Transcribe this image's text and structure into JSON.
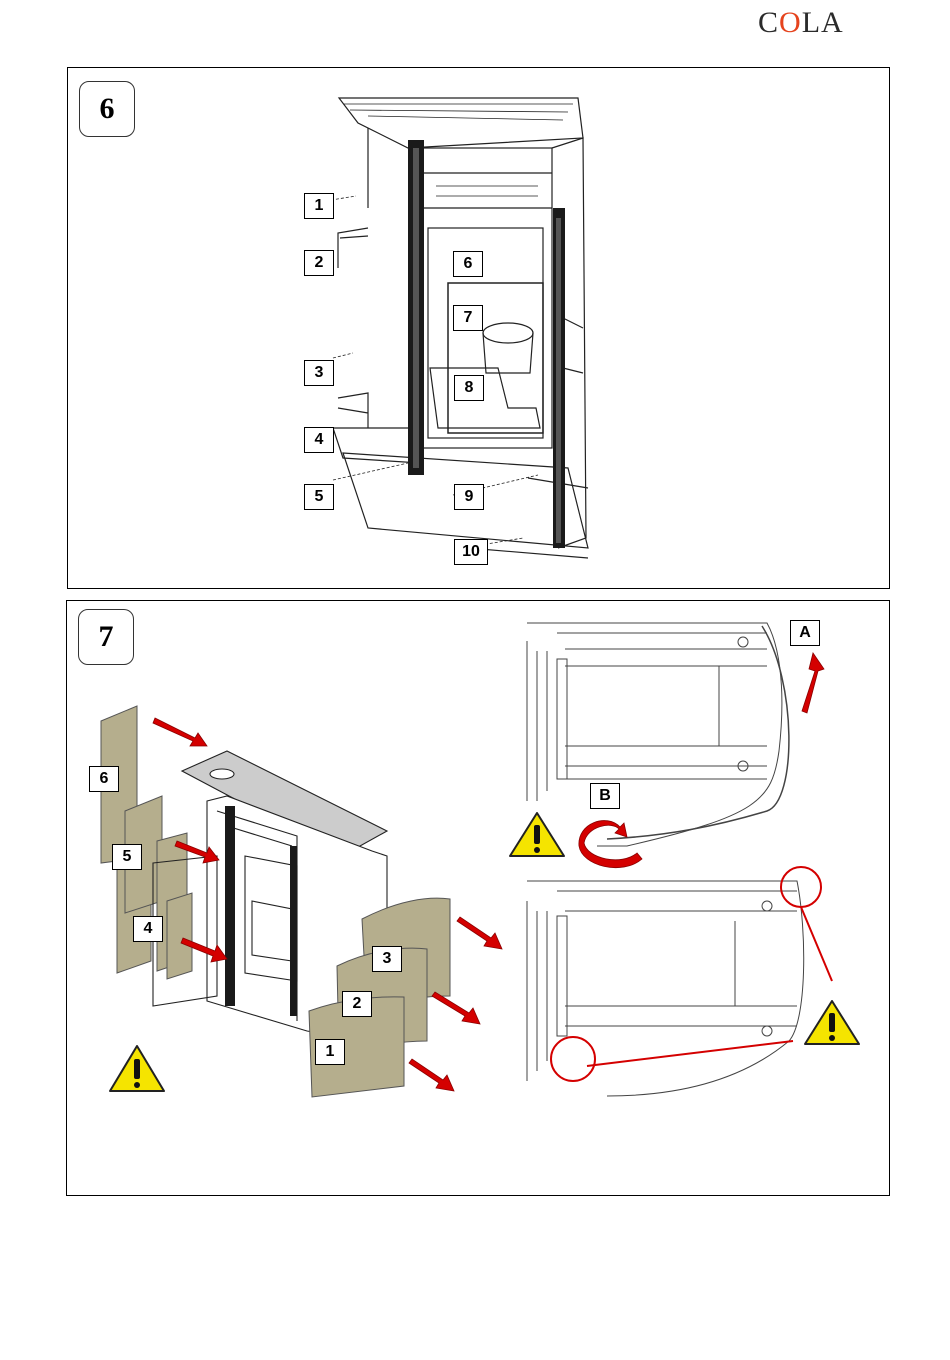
{
  "brand": {
    "prefix": "C",
    "accent": "O",
    "suffix": "LA",
    "accent_color": "#e5431d"
  },
  "step6": {
    "number": "6",
    "callouts": [
      "1",
      "2",
      "3",
      "4",
      "5",
      "6",
      "7",
      "8",
      "9",
      "10"
    ]
  },
  "step7": {
    "number": "7",
    "panel_callouts": [
      "6",
      "5",
      "4",
      "3",
      "2",
      "1"
    ],
    "detail_callouts": [
      "A",
      "B"
    ]
  },
  "colors": {
    "arrow": "#d40000",
    "panel_fill": "#b5ae8d",
    "warning": "#f5e400",
    "highlight": "#d40000"
  },
  "icons": [
    "warning-icon",
    "red-arrow-icon",
    "rotate-arrow-icon",
    "highlight-circle-icon"
  ]
}
